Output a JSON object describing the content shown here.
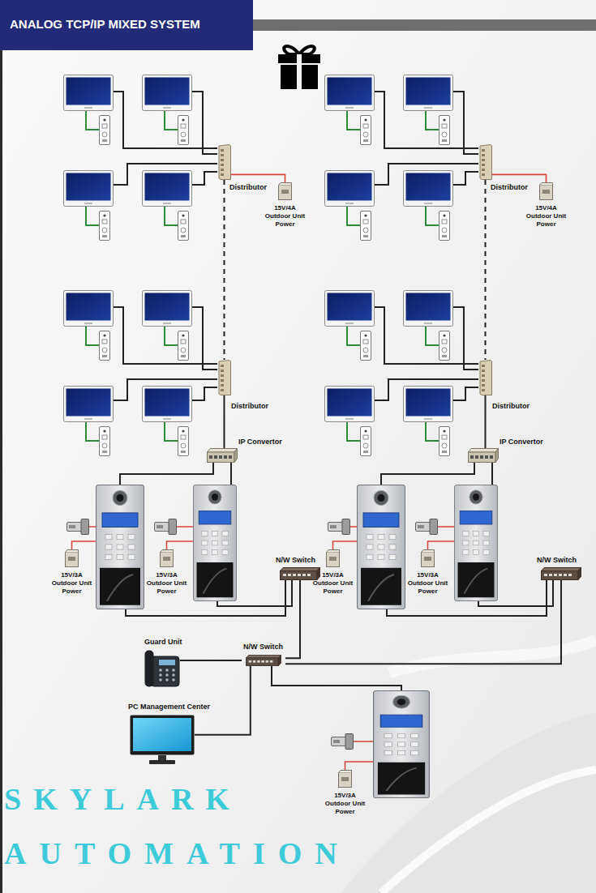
{
  "diagram": {
    "title": "ANALOG TCP/IP MIXED SYSTEM",
    "nodes": [
      {
        "text": [
          "Distributor"
        ]
      },
      {
        "text": [
          "15V/4A Outdoor Unit Power"
        ]
      },
      {
        "text": [
          "Distributor"
        ]
      },
      {
        "text": [
          "15V/4A Outdoor Unit Power"
        ]
      },
      {
        "text": [
          "Distributor"
        ]
      },
      {
        "text": [
          "Distributor"
        ]
      },
      {
        "text": [
          "IP Convertor"
        ]
      },
      {
        "text": [
          "IP Convertor"
        ]
      },
      {
        "text": [
          "15V/3A Outdoor Unit Power"
        ]
      },
      {
        "text": [
          "15V/3A Outdoor Unit Power"
        ]
      },
      {
        "text": [
          "N/W Switch"
        ]
      },
      {
        "text": [
          "15V/3A Outdoor Unit Power"
        ]
      },
      {
        "text": [
          "15V/3A Outdoor Unit Power"
        ]
      },
      {
        "text": [
          "N/W Switch"
        ]
      },
      {
        "text": [
          "Guard Unit"
        ]
      },
      {
        "text": [
          "N/W Switch"
        ]
      },
      {
        "text": [
          "PC Management Center"
        ]
      },
      {
        "text": [
          "15V/3A Outdoor Unit Power"
        ]
      }
    ],
    "edges": [
      {
        "from": 0,
        "to": 1,
        "arrow": "none"
      },
      {
        "from": 0,
        "to": 4,
        "arrow": "none"
      },
      {
        "from": 2,
        "to": 3,
        "arrow": "none"
      },
      {
        "from": 2,
        "to": 5,
        "arrow": "none"
      },
      {
        "from": 4,
        "to": 6,
        "arrow": "none"
      },
      {
        "from": 5,
        "to": 7,
        "arrow": "none"
      },
      {
        "from": 10,
        "to": 15,
        "arrow": "none"
      },
      {
        "from": 13,
        "to": 15,
        "arrow": "none"
      },
      {
        "from": 15,
        "to": 14,
        "arrow": "none"
      },
      {
        "from": 15,
        "to": 16,
        "arrow": "none"
      }
    ],
    "labels": [
      "SKYLARK",
      "AUTOMATION"
    ]
  }
}
